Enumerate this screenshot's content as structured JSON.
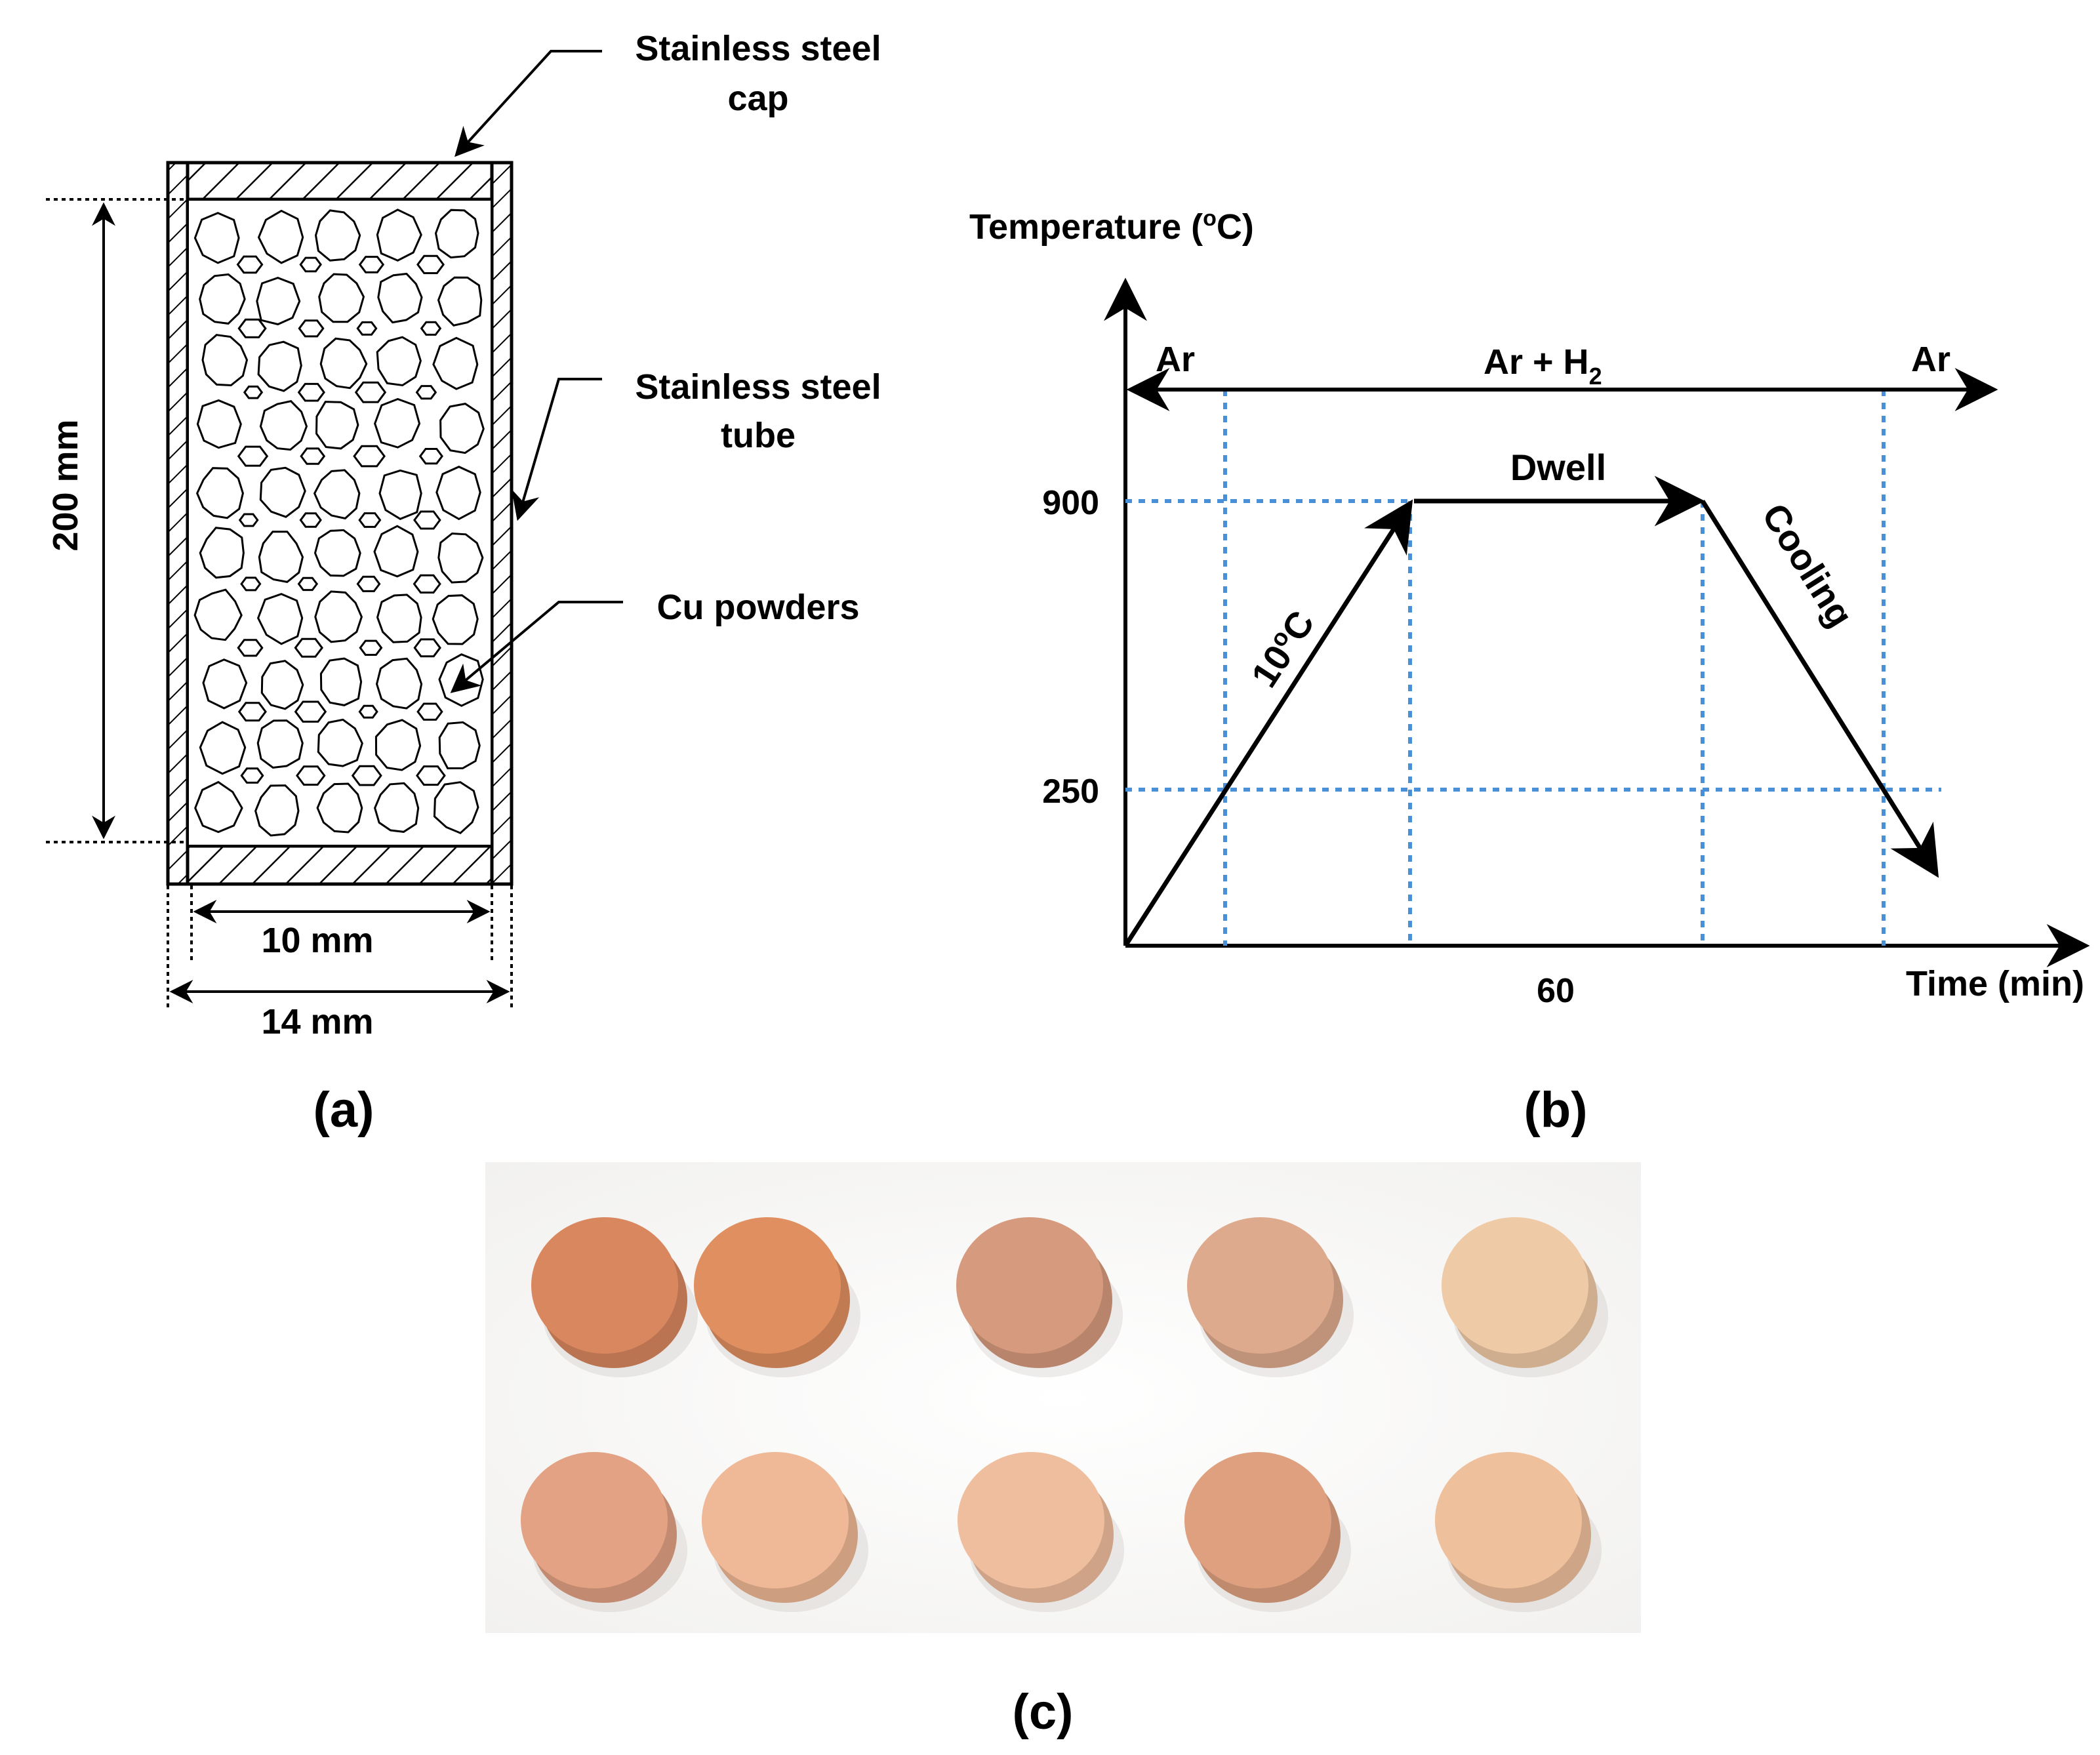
{
  "panel_a": {
    "callouts": {
      "cap_line1": "Stainless steel",
      "cap_line2": "cap",
      "tube_line1": "Stainless steel",
      "tube_line2": "tube",
      "powders": "Cu powders"
    },
    "dimensions": {
      "height": "200 mm",
      "inner_width": "10 mm",
      "outer_width": "14 mm"
    },
    "caption": "(a)"
  },
  "panel_b": {
    "y_axis_label": "Temperature (",
    "y_axis_label_sup": "o",
    "y_axis_label_end": "C)",
    "x_axis_label": "Time (min)",
    "atmosphere": {
      "left": "Ar",
      "middle": "Ar + H",
      "middle_sub": "2",
      "right": "Ar"
    },
    "segments": {
      "heating_rate": "10",
      "heating_rate_sup": "o",
      "heating_rate_end": "C",
      "dwell": "Dwell",
      "cooling": "Cooling"
    },
    "y_ticks": [
      "900",
      "250"
    ],
    "x_ticks": [
      "60"
    ],
    "caption": "(b)"
  },
  "panel_c": {
    "caption": "(c)",
    "sample_colors": {
      "row1": [
        "#d9875f",
        "#e08f60",
        "#d69a7e",
        "#deaa8e",
        "#efcaa6"
      ],
      "row2": [
        "#e2a283",
        "#efb896",
        "#efbe9e",
        "#dfa080",
        "#efc09c"
      ]
    }
  },
  "colors": {
    "guide_lines": "#4a90d9",
    "ink": "#000000"
  }
}
